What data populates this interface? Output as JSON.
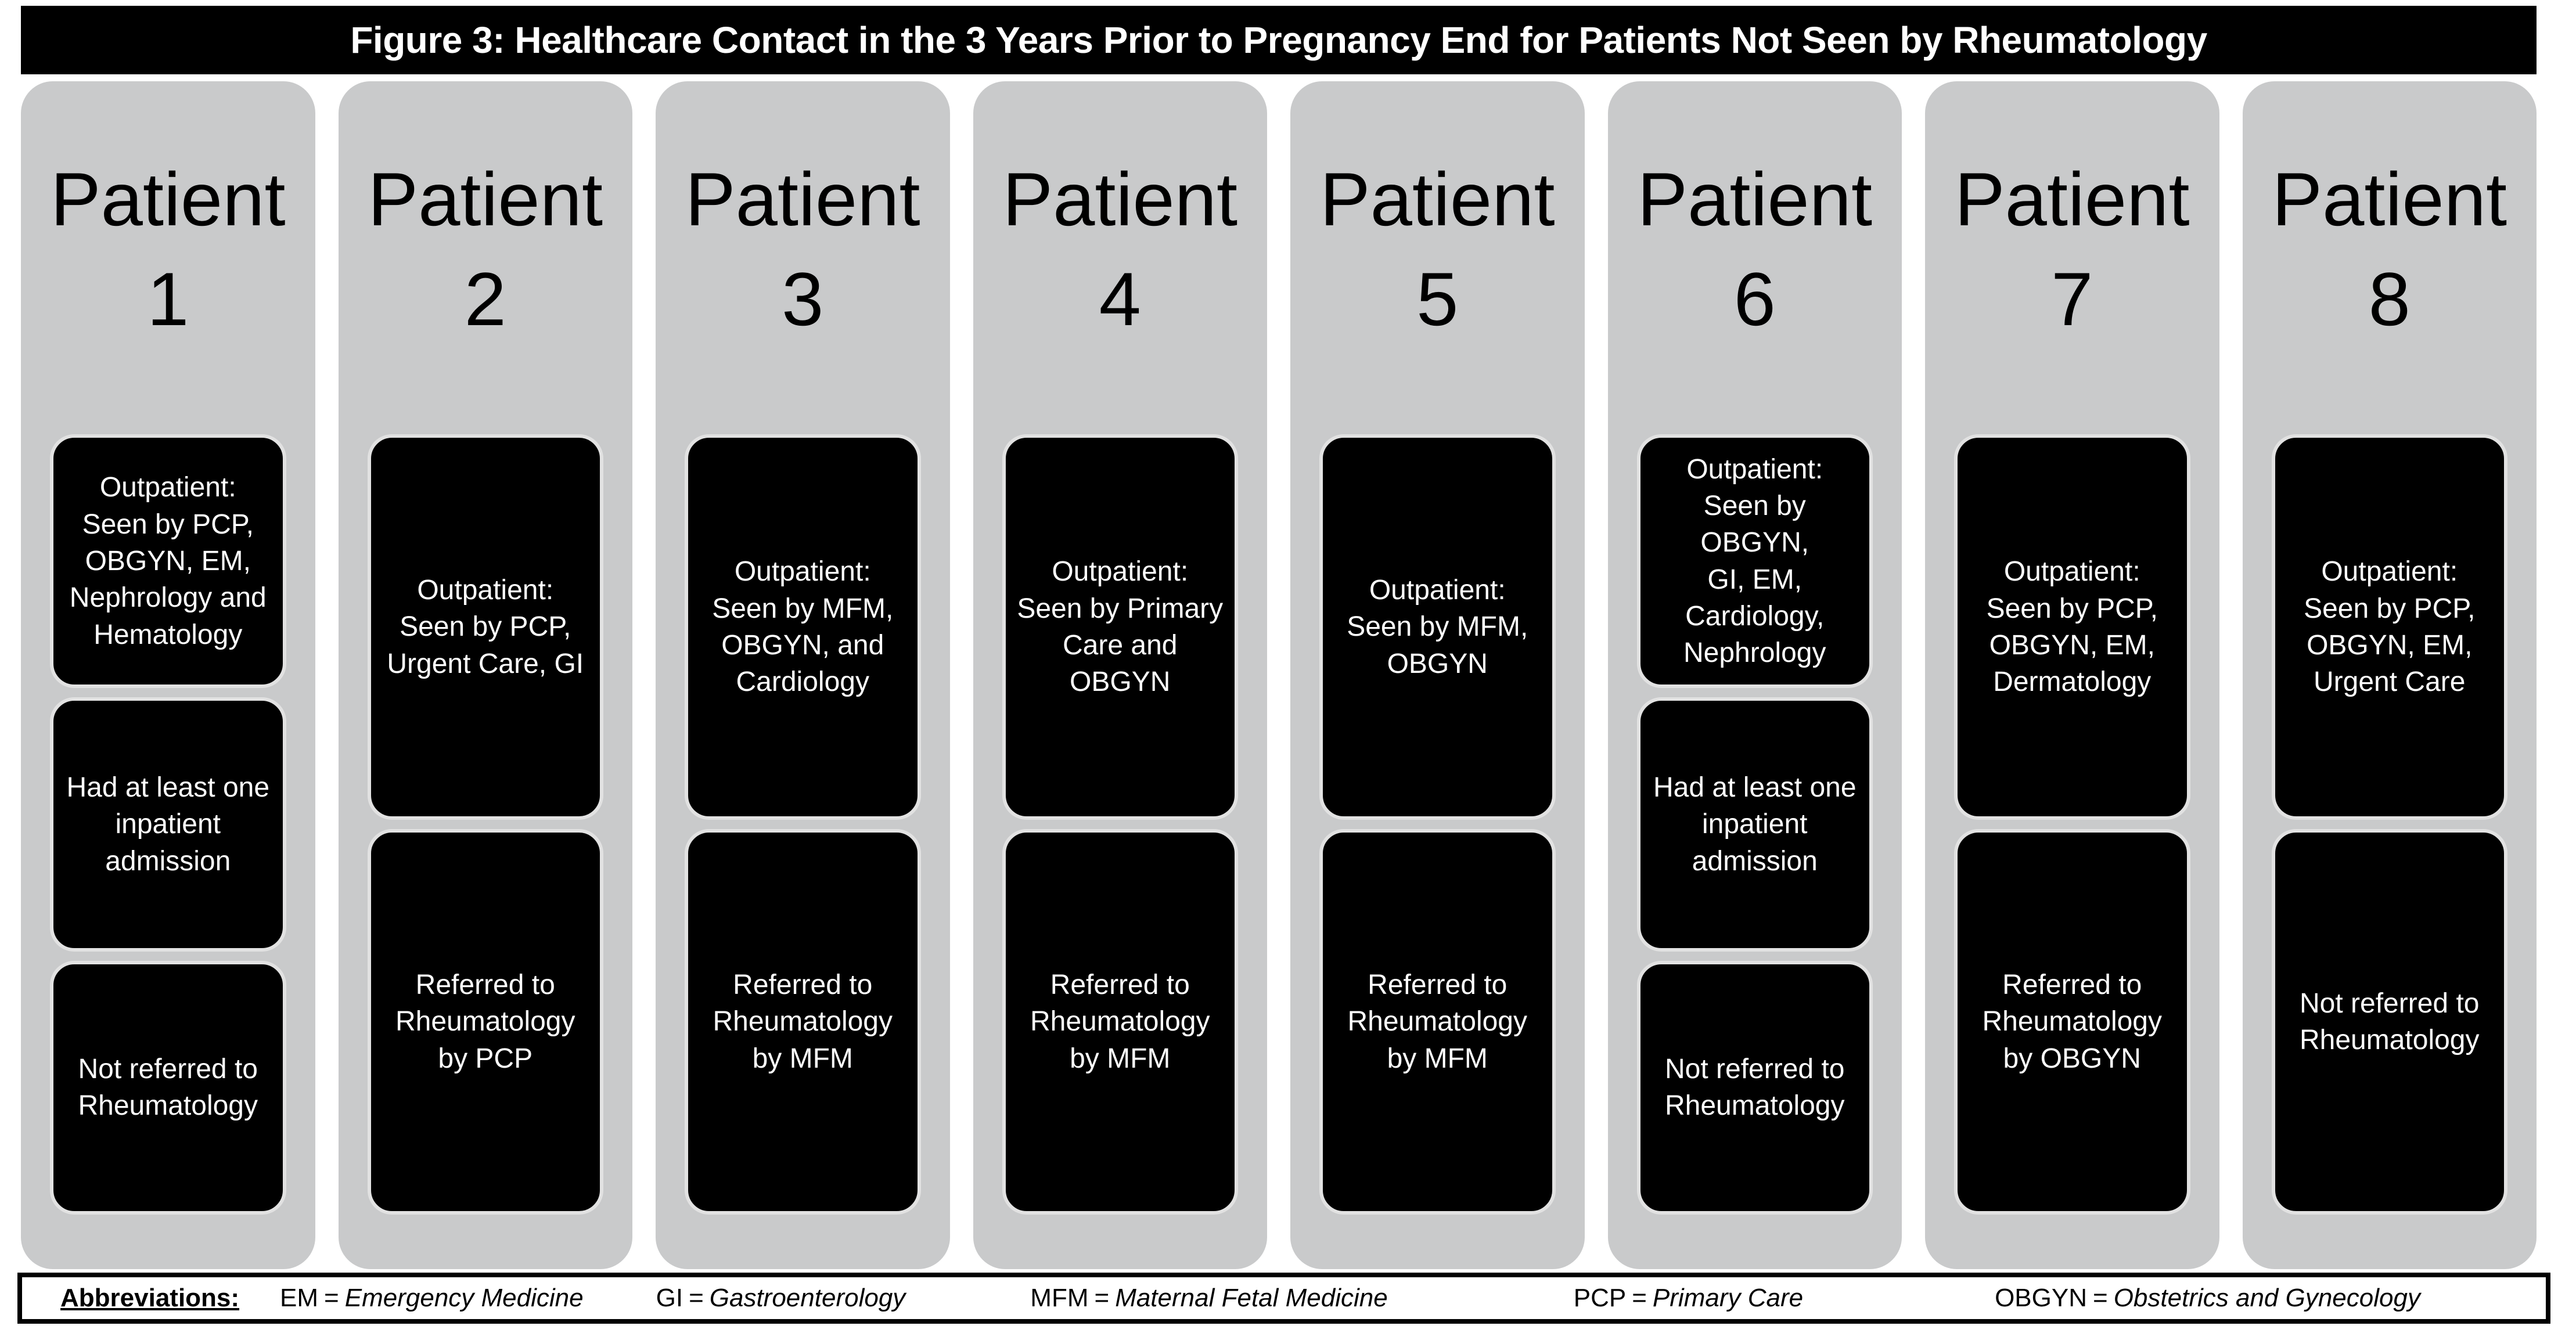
{
  "title": "Figure 3: Healthcare Contact in the 3 Years Prior to Pregnancy End for Patients Not Seen by Rheumatology",
  "patients": [
    {
      "label": "Patient",
      "number": "1",
      "boxes": [
        "Outpatient:\nSeen by PCP,\nOBGYN, EM,\nNephrology and\nHematology",
        "Had at least one\ninpatient\nadmission",
        "Not referred to\nRheumatology"
      ]
    },
    {
      "label": "Patient",
      "number": "2",
      "boxes": [
        "Outpatient:\nSeen by PCP,\nUrgent Care, GI",
        "Referred to\nRheumatology\nby PCP"
      ]
    },
    {
      "label": "Patient",
      "number": "3",
      "boxes": [
        "Outpatient:\nSeen by MFM,\nOBGYN, and\nCardiology",
        "Referred to\nRheumatology\nby MFM"
      ]
    },
    {
      "label": "Patient",
      "number": "4",
      "boxes": [
        "Outpatient:\nSeen by Primary\nCare and\nOBGYN",
        "Referred to\nRheumatology\nby MFM"
      ]
    },
    {
      "label": "Patient",
      "number": "5",
      "boxes": [
        "Outpatient:\nSeen by MFM,\nOBGYN",
        "Referred to\nRheumatology\nby MFM"
      ]
    },
    {
      "label": "Patient",
      "number": "6",
      "boxes": [
        "Outpatient:\nSeen by OBGYN,\nGI, EM,\nCardiology,\nNephrology",
        "Had at least one\ninpatient\nadmission",
        "Not referred to\nRheumatology"
      ]
    },
    {
      "label": "Patient",
      "number": "7",
      "boxes": [
        "Outpatient:\nSeen by PCP,\nOBGYN, EM,\nDermatology",
        "Referred to\nRheumatology\nby OBGYN"
      ]
    },
    {
      "label": "Patient",
      "number": "8",
      "boxes": [
        "Outpatient:\nSeen by PCP,\nOBGYN, EM,\nUrgent Care",
        "Not referred to\nRheumatology"
      ]
    }
  ],
  "footer": {
    "label": "Abbreviations:",
    "separator": "=",
    "items": [
      {
        "abbr": "EM",
        "full": "Emergency Medicine"
      },
      {
        "abbr": "GI",
        "full": "Gastroenterology"
      },
      {
        "abbr": "MFM",
        "full": "Maternal Fetal Medicine"
      },
      {
        "abbr": "PCP",
        "full": "Primary Care"
      },
      {
        "abbr": "OBGYN",
        "full": "Obstetrics and Gynecology"
      }
    ]
  },
  "colors": {
    "title_bar_bg": "#000000",
    "title_text": "#ffffff",
    "column_bg": "#c9cacb",
    "box_bg": "#000000",
    "box_border": "#e2e2e2",
    "box_text": "#ffffff",
    "footer_border": "#000000",
    "page_bg": "#ffffff"
  }
}
